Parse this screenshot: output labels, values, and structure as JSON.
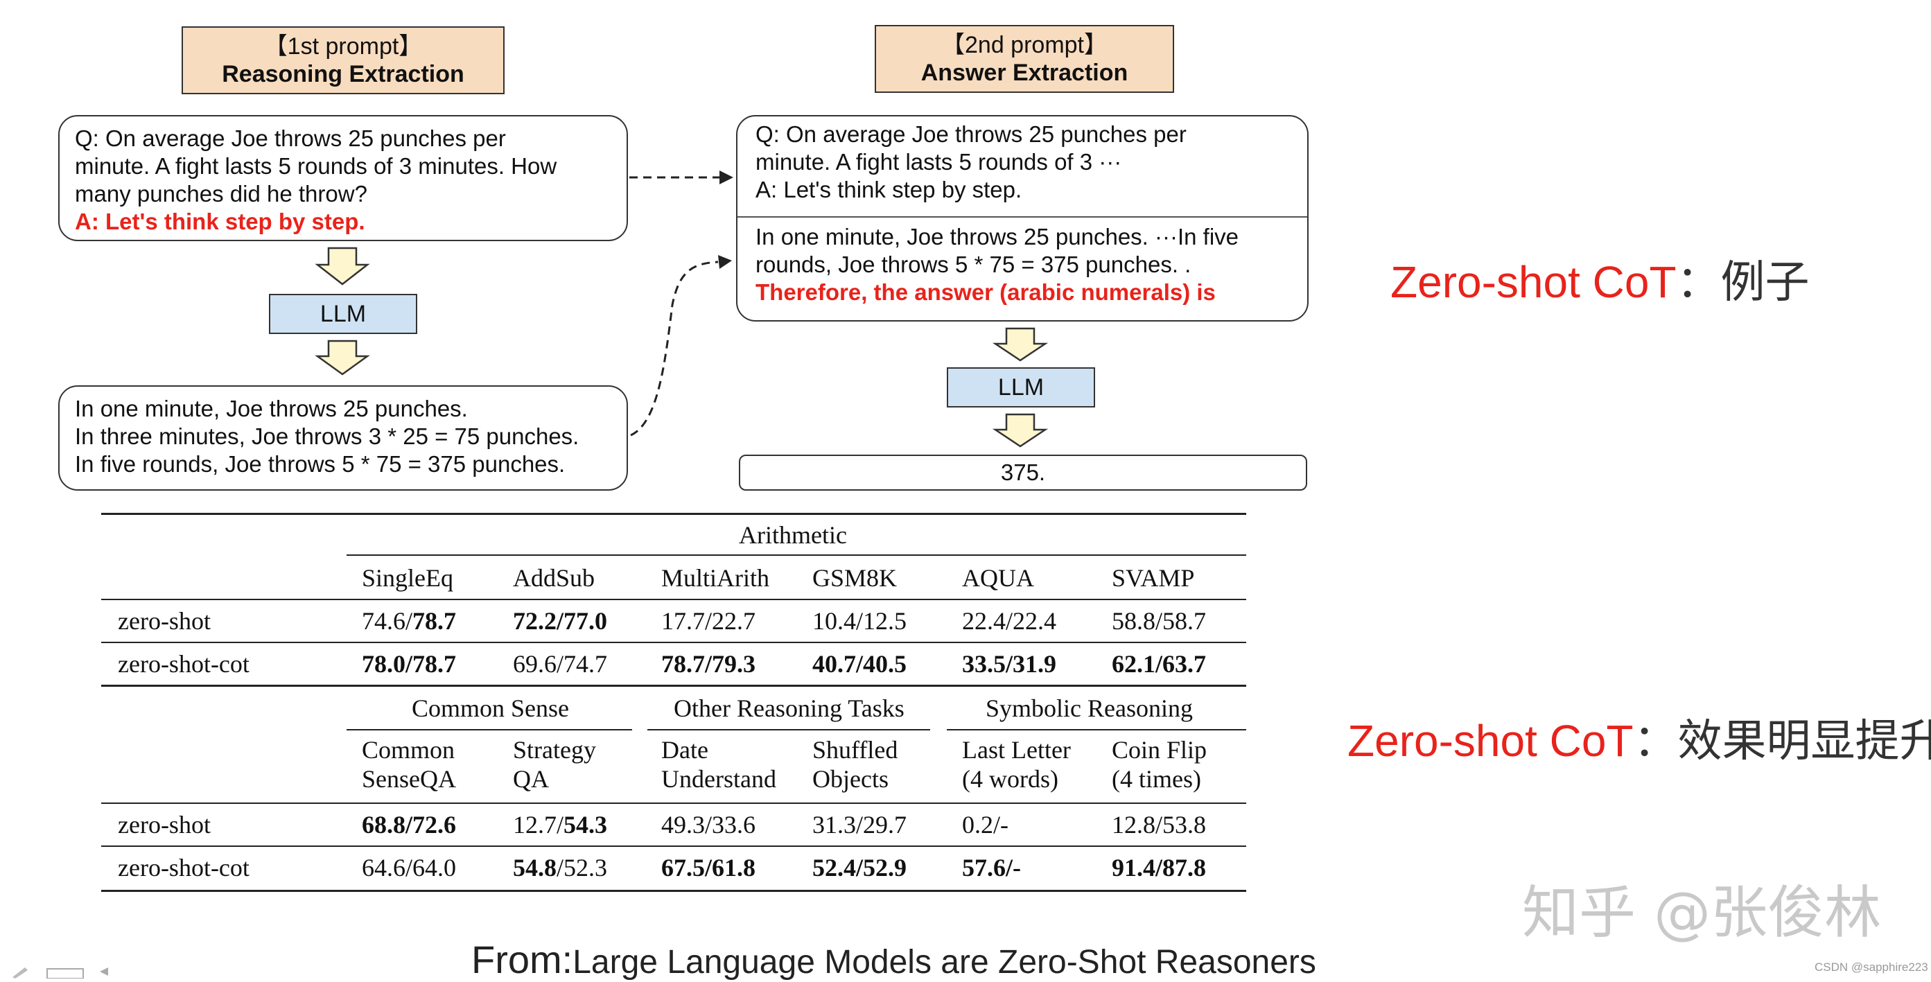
{
  "prompt1": {
    "bracket": "【1st prompt】",
    "title": "Reasoning Extraction"
  },
  "prompt2": {
    "bracket": "【2nd prompt】",
    "title": "Answer Extraction"
  },
  "box1": {
    "lines": [
      "Q: On average Joe throws 25 punches per",
      "minute.  A fight lasts 5 rounds of 3 minutes.  How",
      "many punches did he throw?"
    ],
    "red": "A: Let's think step by step."
  },
  "box2": {
    "lines": [
      "In one minute, Joe throws 25 punches.",
      "In three minutes, Joe throws 3 * 25 = 75 punches.",
      "In five rounds, Joe throws 5 * 75 = 375 punches."
    ]
  },
  "box3": {
    "top_lines": [
      "Q: On average Joe throws 25 punches per",
      "minute.  A fight lasts 5 rounds of 3 ···",
      "A: Let's think step by step."
    ],
    "bottom_lines": [
      "In one minute, Joe throws 25 punches. ···In five",
      "rounds, Joe throws 5 * 75 = 375 punches. ."
    ],
    "red": "Therefore, the answer (arabic numerals) is"
  },
  "llm_label": "LLM",
  "answer": "375.",
  "table": {
    "group1": "Arithmetic",
    "head1": [
      "SingleEq",
      "AddSub",
      "MultiArith",
      "GSM8K",
      "AQUA",
      "SVAMP"
    ],
    "rows1": [
      {
        "label": "zero-shot",
        "cells": [
          [
            "74.6/",
            "78.7"
          ],
          [
            "",
            "72.2/77.0"
          ],
          [
            "17.7/22.7",
            ""
          ],
          [
            "10.4/12.5",
            ""
          ],
          [
            "22.4/22.4",
            ""
          ],
          [
            "58.8/58.7",
            ""
          ]
        ]
      },
      {
        "label": "zero-shot-cot",
        "cells": [
          [
            "",
            "78.0/78.7"
          ],
          [
            "69.6/74.7",
            ""
          ],
          [
            "",
            "78.7/79.3"
          ],
          [
            "",
            "40.7/40.5"
          ],
          [
            "",
            "33.5/31.9"
          ],
          [
            "",
            "62.1/63.7"
          ]
        ]
      }
    ],
    "group2": [
      "Common Sense",
      "Other Reasoning Tasks",
      "Symbolic Reasoning"
    ],
    "head2_top": [
      "Common",
      "Strategy",
      "Date",
      "Shuffled",
      "Last Letter",
      "Coin Flip"
    ],
    "head2_bot": [
      "SenseQA",
      "QA",
      "Understand",
      "Objects",
      "(4 words)",
      "(4 times)"
    ],
    "rows2": [
      {
        "label": "zero-shot",
        "cells": [
          [
            "",
            "68.8/72.6"
          ],
          [
            "12.7/",
            "54.3"
          ],
          [
            "49.3/33.6",
            ""
          ],
          [
            "31.3/29.7",
            ""
          ],
          [
            "0.2/-",
            ""
          ],
          [
            "12.8/53.8",
            ""
          ]
        ]
      },
      {
        "label": "zero-shot-cot",
        "cells": [
          [
            "64.6/64.0",
            ""
          ],
          [
            "",
            "54.8",
            "/52.3"
          ],
          [
            "",
            "67.5/61.8"
          ],
          [
            "",
            "52.4/52.9"
          ],
          [
            "",
            "57.6/-"
          ],
          [
            "",
            "91.4/87.8"
          ]
        ]
      }
    ]
  },
  "side1": {
    "red": "Zero-shot CoT",
    "rest": "：例子"
  },
  "side2": {
    "red": "Zero-shot CoT",
    "rest": "：效果明显提升"
  },
  "watermark": "知乎 @张俊林",
  "footer": {
    "from": "From:",
    "title": "Large Language Models are Zero-Shot Reasoners"
  },
  "csdn": "CSDN @sapphire223",
  "colors": {
    "accent_red": "#e8231b",
    "prompt_bg": "#f8dcbf",
    "llm_bg": "#cfe2f3"
  }
}
